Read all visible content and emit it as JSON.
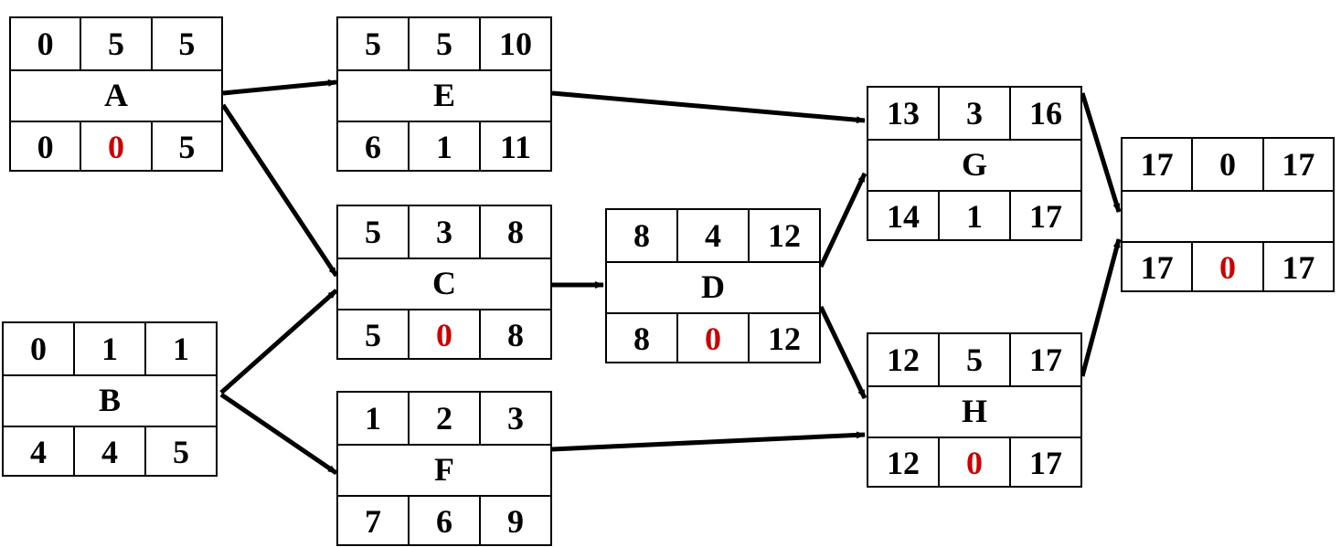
{
  "colors": {
    "line": "#000000",
    "critical_slack": "#cc0000",
    "text": "#000000"
  },
  "nodes": [
    {
      "id": "A",
      "label": "A",
      "es": "0",
      "dur": "5",
      "ef": "5",
      "ls": "0",
      "slack": "0",
      "lf": "5"
    },
    {
      "id": "B",
      "label": "B",
      "es": "0",
      "dur": "1",
      "ef": "1",
      "ls": "4",
      "slack": "4",
      "lf": "5"
    },
    {
      "id": "E",
      "label": "E",
      "es": "5",
      "dur": "5",
      "ef": "10",
      "ls": "6",
      "slack": "1",
      "lf": "11"
    },
    {
      "id": "C",
      "label": "C",
      "es": "5",
      "dur": "3",
      "ef": "8",
      "ls": "5",
      "slack": "0",
      "lf": "8"
    },
    {
      "id": "F",
      "label": "F",
      "es": "1",
      "dur": "2",
      "ef": "3",
      "ls": "7",
      "slack": "6",
      "lf": "9"
    },
    {
      "id": "D",
      "label": "D",
      "es": "8",
      "dur": "4",
      "ef": "12",
      "ls": "8",
      "slack": "0",
      "lf": "12"
    },
    {
      "id": "G",
      "label": "G",
      "es": "13",
      "dur": "3",
      "ef": "16",
      "ls": "14",
      "slack": "1",
      "lf": "17"
    },
    {
      "id": "H",
      "label": "H",
      "es": "12",
      "dur": "5",
      "ef": "17",
      "ls": "12",
      "slack": "0",
      "lf": "17"
    },
    {
      "id": "END",
      "label": "",
      "es": "17",
      "dur": "0",
      "ef": "17",
      "ls": "17",
      "slack": "0",
      "lf": "17"
    }
  ],
  "edges": [
    {
      "from": "A",
      "to": "E"
    },
    {
      "from": "A",
      "to": "C"
    },
    {
      "from": "B",
      "to": "C"
    },
    {
      "from": "B",
      "to": "F"
    },
    {
      "from": "C",
      "to": "D"
    },
    {
      "from": "E",
      "to": "G"
    },
    {
      "from": "D",
      "to": "G"
    },
    {
      "from": "D",
      "to": "H"
    },
    {
      "from": "F",
      "to": "H"
    },
    {
      "from": "G",
      "to": "END"
    },
    {
      "from": "H",
      "to": "END"
    }
  ]
}
